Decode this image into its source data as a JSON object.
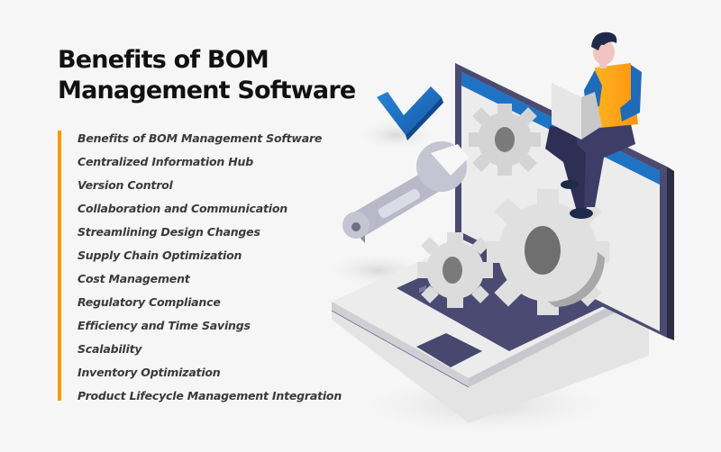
{
  "header": {
    "title_line1": "Benefits of BOM",
    "title_line2": "Management Software"
  },
  "toc": {
    "accent_color": "#ff9900",
    "items": [
      {
        "label": "Benefits of BOM Management Software"
      },
      {
        "label": "Centralized Information Hub"
      },
      {
        "label": "Version Control"
      },
      {
        "label": "Collaboration and Communication"
      },
      {
        "label": "Streamlining Design Changes"
      },
      {
        "label": "Supply Chain Optimization"
      },
      {
        "label": "Cost Management"
      },
      {
        "label": "Regulatory Compliance"
      },
      {
        "label": "Efficiency and Time Savings"
      },
      {
        "label": "Scalability"
      },
      {
        "label": "Inventory Optimization"
      },
      {
        "label": "Product Lifecycle Management Integration"
      }
    ]
  },
  "illustration": {
    "description": "Isometric laptop with gears, wrench, blue checkmark and a man sitting on the screen using a laptop",
    "colors": {
      "screen_frame": "#4a4a72",
      "screen_bar": "#1f73c4",
      "checkmark": "#1e6fc2",
      "gear": "#d8d8d8",
      "shirt": "#ffa31a",
      "sleeves": "#1f6bb8",
      "pants": "#3d3d68"
    }
  }
}
